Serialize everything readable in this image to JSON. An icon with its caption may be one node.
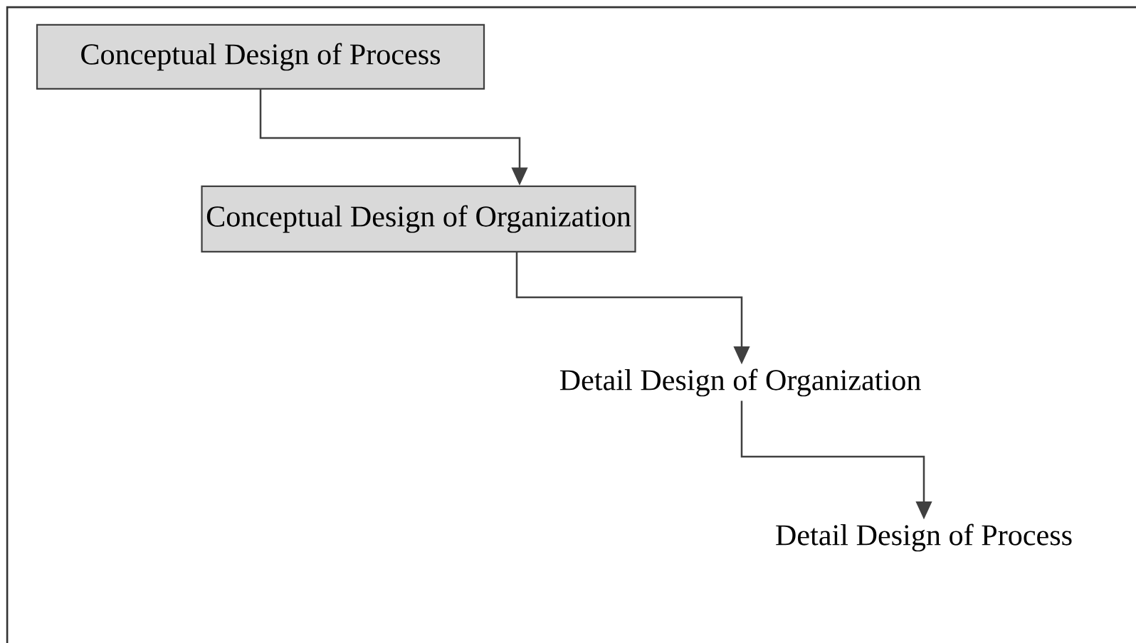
{
  "diagram": {
    "nodes": [
      {
        "text": [
          "Conceptual Design of Process"
        ]
      },
      {
        "text": [
          "Conceptual Design of Organization"
        ]
      },
      {
        "text": [
          "Detail Design of Organization"
        ]
      },
      {
        "text": [
          "Detail Design of Process"
        ]
      }
    ],
    "edges": [
      {
        "from": 0,
        "to": 1,
        "arrow": "to"
      },
      {
        "from": 1,
        "to": 2,
        "arrow": "to"
      },
      {
        "from": 2,
        "to": 3,
        "arrow": "to"
      }
    ]
  }
}
